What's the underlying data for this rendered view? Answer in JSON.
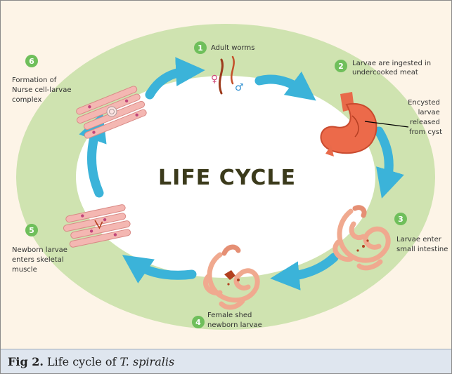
{
  "diagram": {
    "center_title": "LIFE CYCLE",
    "steps": [
      {
        "number": "1",
        "lines": [
          "Adult worms"
        ]
      },
      {
        "number": "2",
        "lines": [
          "Larvae are ingested in",
          "undercooked meat"
        ]
      },
      {
        "number": "3",
        "lines": [
          "Larvae enter",
          "small intestine"
        ]
      },
      {
        "number": "4",
        "lines": [
          "Female shed",
          "newborn larvae"
        ]
      },
      {
        "number": "5",
        "lines": [
          "Newborn larvae",
          "enters skeletal",
          "muscle"
        ]
      },
      {
        "number": "6",
        "lines": [
          "Formation of",
          "Nurse cell-larvae",
          "complex"
        ]
      }
    ],
    "annotation": {
      "lines": [
        "Encysted",
        "larvae",
        "released",
        "from cyst"
      ]
    },
    "symbols": {
      "female": "♀",
      "male": "♂"
    },
    "colors": {
      "background": "#fdf4e7",
      "ring": "#cfe3b0",
      "badge": "#6fbf5b",
      "arrow": "#3bb3d9",
      "stomach": "#ec6a4a",
      "intestine": "#f0a98f",
      "muscle": "#f4b7b2"
    }
  },
  "caption": {
    "label": "Fig 2.",
    "text_prefix": " Life cycle of ",
    "species": "T. spiralis"
  }
}
